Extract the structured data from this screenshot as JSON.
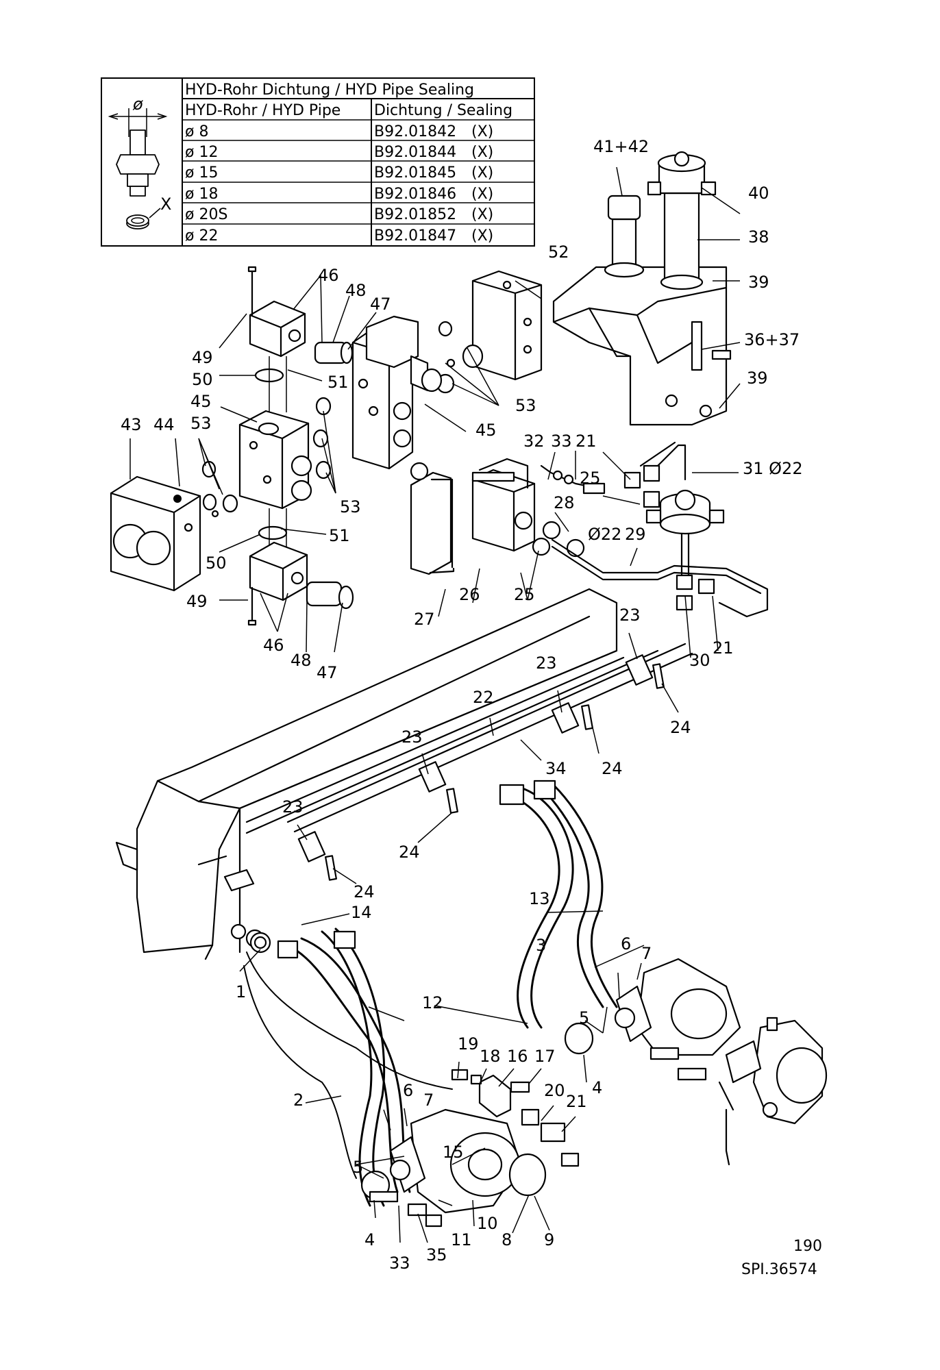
{
  "table": {
    "title": "HYD-Rohr Dichtung / HYD Pipe Sealing",
    "col_pipe": "HYD-Rohr / HYD Pipe",
    "col_seal": "Dichtung / Sealing",
    "diameter_symbol": "ø",
    "seal_symbol": "X",
    "rows": [
      {
        "pipe": "ø 8",
        "seal": "B92.01842",
        "mark": "(X)"
      },
      {
        "pipe": "ø 12",
        "seal": "B92.01844",
        "mark": "(X)"
      },
      {
        "pipe": "ø 15",
        "seal": "B92.01845",
        "mark": "(X)"
      },
      {
        "pipe": "ø 18",
        "seal": "B92.01846",
        "mark": "(X)"
      },
      {
        "pipe": "ø 20S",
        "seal": "B92.01852",
        "mark": "(X)"
      },
      {
        "pipe": "ø 22",
        "seal": "B92.01847",
        "mark": "(X)"
      }
    ]
  },
  "callouts": {
    "c1": "1",
    "c2": "2",
    "c3": "3",
    "c4a": "4",
    "c4b": "4",
    "c5a": "5",
    "c5b": "5",
    "c6a": "6",
    "c6b": "6",
    "c7a": "7",
    "c7b": "7",
    "c8": "8",
    "c9": "9",
    "c10": "10",
    "c11": "11",
    "c12": "12",
    "c13": "13",
    "c14": "14",
    "c15": "15",
    "c16": "16",
    "c17": "17",
    "c18": "18",
    "c19": "19",
    "c20": "20",
    "c21a": "21",
    "c21b": "21",
    "c21c": "21",
    "c22": "22",
    "c23a": "23",
    "c23b": "23",
    "c23c": "23",
    "c23d": "23",
    "c24a": "24",
    "c24b": "24",
    "c24c": "24",
    "c24d": "24",
    "c25a": "25",
    "c25b": "25",
    "c26": "26",
    "c27": "27",
    "c28": "28",
    "c29": "29",
    "c30": "30",
    "c31": "31 Ø22",
    "c32": "32",
    "c33a": "33",
    "c33b": "33",
    "c34": "34",
    "c35": "35",
    "c3637": "36+37",
    "c38": "38",
    "c39a": "39",
    "c39b": "39",
    "c40": "40",
    "c4142": "41+42",
    "c43": "43",
    "c44": "44",
    "c45a": "45",
    "c45b": "45",
    "c46a": "46",
    "c46b": "46",
    "c47a": "47",
    "c47b": "47",
    "c48a": "48",
    "c48b": "48",
    "c49a": "49",
    "c49b": "49",
    "c50a": "50",
    "c50b": "50",
    "c51a": "51",
    "c51b": "51",
    "c52": "52",
    "c53a": "53",
    "c53b": "53",
    "c53c": "53",
    "d22": "Ø22"
  },
  "page_number": "190",
  "drawing_ref": "SPI.36574"
}
